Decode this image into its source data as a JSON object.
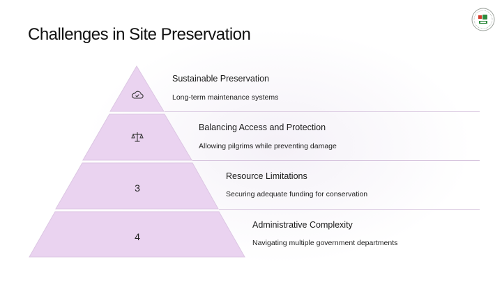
{
  "slide": {
    "title": "Challenges in Site Preservation",
    "colors": {
      "tier_fill": "#ead3f0",
      "tier_stroke": "#d8c0e0",
      "divider": "#d7c5de",
      "text": "#1a1a1a"
    },
    "logo": {
      "icon": "emblem-logo"
    },
    "tiers": [
      {
        "icon": "cloud-check-icon",
        "title": "Sustainable Preservation",
        "description": "Long-term maintenance systems"
      },
      {
        "icon": "scales-icon",
        "title": "Balancing Access and Protection",
        "description": "Allowing pilgrims while preventing damage"
      },
      {
        "marker": "3",
        "title": "Resource Limitations",
        "description": "Securing adequate funding for conservation"
      },
      {
        "marker": "4",
        "title": "Administrative Complexity",
        "description": "Navigating multiple government departments"
      }
    ]
  }
}
